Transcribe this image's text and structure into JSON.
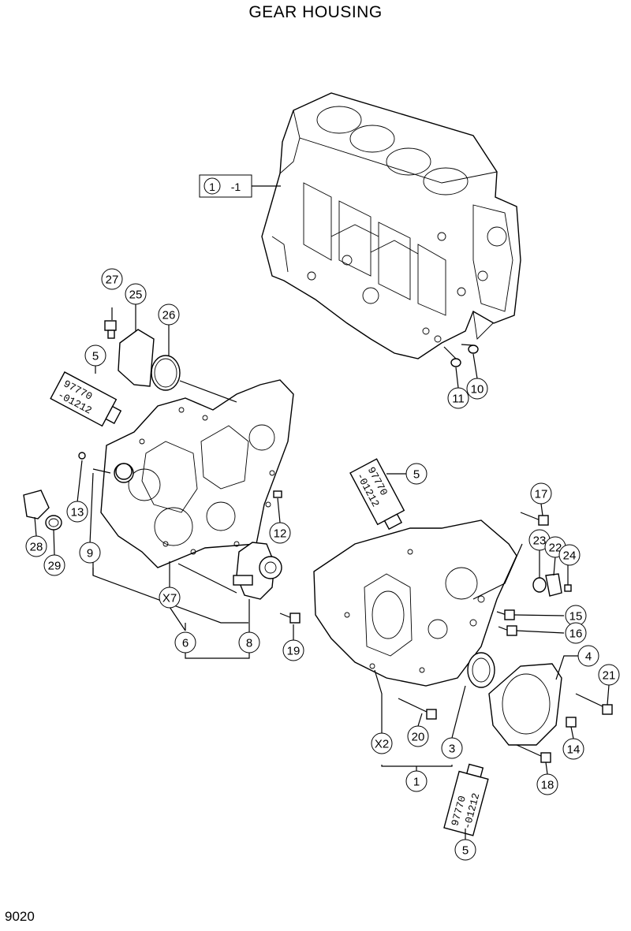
{
  "title": "GEAR HOUSING",
  "page_number": "9020",
  "ref_label": "1",
  "ref_suffix": "-1",
  "sealant_code": [
    "97770",
    "-01212"
  ],
  "callouts": [
    "27",
    "25",
    "26",
    "5",
    "13",
    "28",
    "29",
    "9",
    "12",
    "X7",
    "6",
    "8",
    "19",
    "5",
    "17",
    "23",
    "22",
    "24",
    "15",
    "16",
    "4",
    "21",
    "14",
    "20",
    "X2",
    "3",
    "1",
    "18",
    "5",
    "11",
    "10"
  ]
}
